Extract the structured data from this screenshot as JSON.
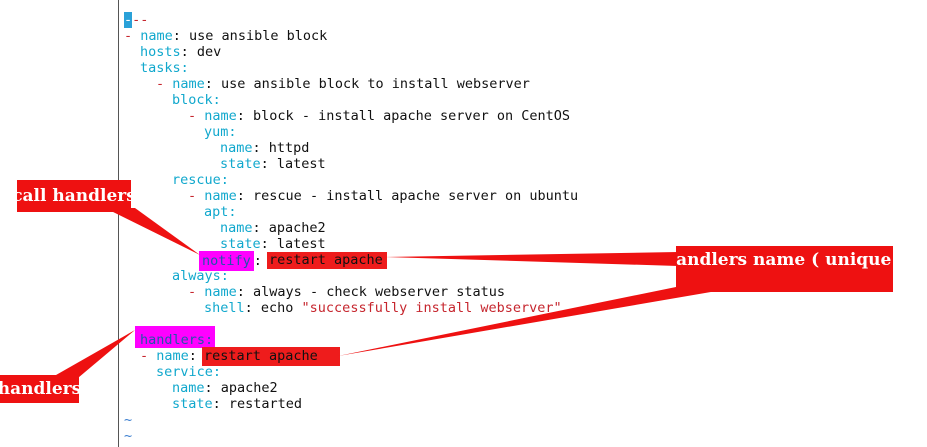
{
  "editor": {
    "lines": {
      "l1": {
        "dash": "-",
        "rest": "--"
      },
      "l2": {
        "dash": "- ",
        "key": "name",
        "colon": ": ",
        "value": "use ansible block"
      },
      "l3": {
        "key": "hosts",
        "colon": ": ",
        "value": "dev"
      },
      "l4": {
        "key": "tasks",
        "colon": ":"
      },
      "l5": {
        "dash": "- ",
        "key": "name",
        "colon": ": ",
        "value": "use ansible block to install webserver"
      },
      "l6": {
        "key": "block",
        "colon": ":"
      },
      "l7": {
        "dash": "- ",
        "key": "name",
        "colon": ": ",
        "value": "block - install apache server on CentOS"
      },
      "l8": {
        "key": "yum",
        "colon": ":"
      },
      "l9": {
        "key": "name",
        "colon": ": ",
        "value": "httpd"
      },
      "l10": {
        "key": "state",
        "colon": ": ",
        "value": "latest"
      },
      "l11": {
        "key": "rescue",
        "colon": ":"
      },
      "l12": {
        "dash": "- ",
        "key": "name",
        "colon": ": ",
        "value": "rescue - install apache server on ubuntu"
      },
      "l13": {
        "key": "apt",
        "colon": ":"
      },
      "l14": {
        "key": "name",
        "colon": ": ",
        "value": "apache2"
      },
      "l15": {
        "key": "state",
        "colon": ": ",
        "value": "latest"
      },
      "l16": {
        "key": "notify",
        "colon": ": ",
        "value": "restart apache"
      },
      "l17": {
        "key": "always",
        "colon": ":"
      },
      "l18": {
        "dash": "- ",
        "key": "name",
        "colon": ": ",
        "value": "always - check webserver status"
      },
      "l19": {
        "key": "shell",
        "colon": ": ",
        "value": "echo ",
        "string": "\"successfully install webserver\""
      },
      "l20": {
        "key": "handlers",
        "colon": ":"
      },
      "l21": {
        "dash": "- ",
        "key": "name",
        "colon": ": ",
        "value": "restart apache"
      },
      "l22": {
        "key": "service",
        "colon": ":"
      },
      "l23": {
        "key": "name",
        "colon": ": ",
        "value": "apache2"
      },
      "l24": {
        "key": "state",
        "colon": ": ",
        "value": "restarted"
      },
      "l25": {
        "tilde": "~"
      },
      "l26": {
        "tilde": "~"
      }
    }
  },
  "annotations": {
    "call_handlers": "call handlers",
    "handlers_name": "handlers name ( unique )",
    "handlers": "handlers"
  },
  "colors": {
    "key": "#11a8cd",
    "dash": "#c6262e",
    "string": "#c6262e",
    "highlight_pink": "#ff00ff",
    "highlight_red": "#ee1c1c",
    "callout": "#ee1111"
  }
}
